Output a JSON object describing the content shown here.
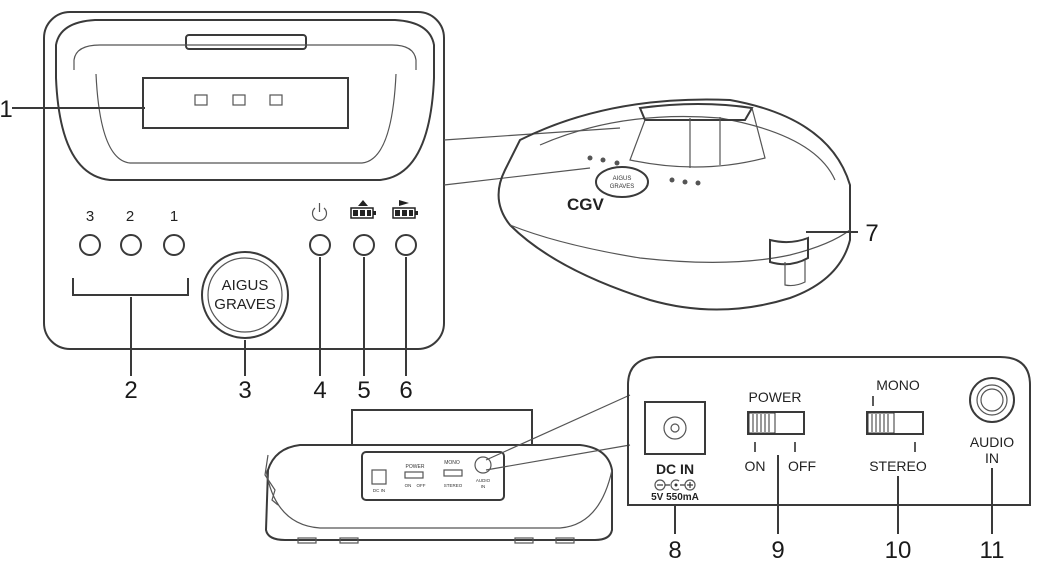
{
  "callouts": [
    "1",
    "2",
    "3",
    "4",
    "5",
    "6",
    "7",
    "8",
    "9",
    "10",
    "11"
  ],
  "panel_top": {
    "led_numbers": [
      "3",
      "2",
      "1"
    ],
    "logo_line1": "AIGUS",
    "logo_line2": "GRAVES"
  },
  "dock": {
    "brand": "CGV",
    "logo_line1": "AIGUS",
    "logo_line2": "GRAVES"
  },
  "rear_small": {
    "dc_in": "DC IN",
    "power": "POWER",
    "on": "ON",
    "off": "OFF",
    "mono": "MONO",
    "stereo": "STEREO",
    "audio": "AUDIO",
    "in": "IN"
  },
  "panel_bottom": {
    "dc_in": "DC IN",
    "dc_rating": "5V 550mA",
    "power_label": "POWER",
    "on_label": "ON",
    "off_label": "OFF",
    "mono_label": "MONO",
    "stereo_label": "STEREO",
    "audio_label": "AUDIO",
    "in_label": "IN"
  },
  "colors": {
    "line": "#3a3a3a",
    "text": "#1a1a1a",
    "background": "#ffffff"
  }
}
